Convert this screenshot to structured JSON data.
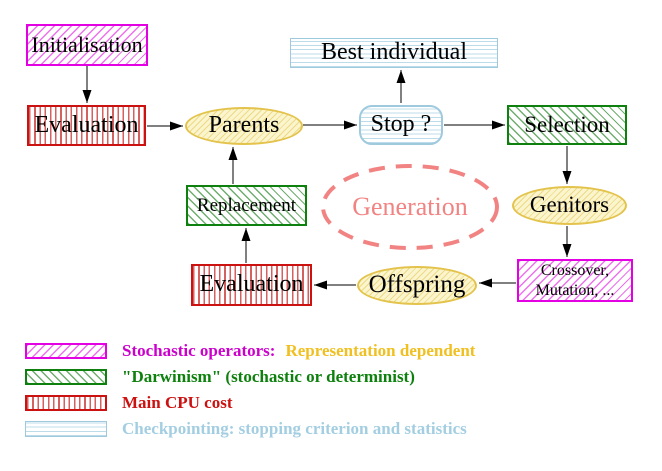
{
  "diagram": {
    "nodes": {
      "initialisation": {
        "label": "Initialisation",
        "style": "magenta-diagonal-hatch"
      },
      "evaluation_top": {
        "label": "Evaluation",
        "style": "red-vertical-stripes"
      },
      "parents": {
        "label": "Parents",
        "style": "yellow-ellipse"
      },
      "best_individual": {
        "label": "Best individual",
        "style": "cyan-horizontal-stripes"
      },
      "stop": {
        "label": "Stop ?",
        "style": "cyan-horizontal-stripes-rounded"
      },
      "selection": {
        "label": "Selection",
        "style": "green-diagonal-hatch"
      },
      "genitors": {
        "label": "Genitors",
        "style": "yellow-ellipse"
      },
      "crossover_mutation": {
        "line1": "Crossover,",
        "line2": "Mutation, ...",
        "style": "magenta-diagonal-hatch"
      },
      "offspring": {
        "label": "Offspring",
        "style": "yellow-ellipse"
      },
      "evaluation_bottom": {
        "label": "Evaluation",
        "style": "red-vertical-stripes"
      },
      "replacement": {
        "label": "Replacement",
        "style": "green-diagonal-hatch"
      },
      "generation": {
        "label": "Generation",
        "style": "coral-dashed-ellipse"
      }
    },
    "edges": [
      {
        "from": "initialisation",
        "to": "evaluation_top"
      },
      {
        "from": "evaluation_top",
        "to": "parents"
      },
      {
        "from": "parents",
        "to": "stop"
      },
      {
        "from": "stop",
        "to": "best_individual"
      },
      {
        "from": "stop",
        "to": "selection"
      },
      {
        "from": "selection",
        "to": "genitors"
      },
      {
        "from": "genitors",
        "to": "crossover_mutation"
      },
      {
        "from": "crossover_mutation",
        "to": "offspring"
      },
      {
        "from": "offspring",
        "to": "evaluation_bottom"
      },
      {
        "from": "evaluation_bottom",
        "to": "replacement"
      },
      {
        "from": "replacement",
        "to": "parents"
      }
    ],
    "colors": {
      "magenta": "#e300e3",
      "green": "#0d800d",
      "red": "#cc1111",
      "cyan": "#9fcade",
      "gold": "#e3c34c",
      "coral": "#f28383",
      "legend_yellow_text": "#f0c020"
    }
  },
  "legend": {
    "items": [
      {
        "pattern": "magenta-diagonal-hatch",
        "label": "Stochastic operators:",
        "label2": "Representation dependent"
      },
      {
        "pattern": "green-diagonal-hatch",
        "label": "\"Darwinism\" (stochastic or determinist)"
      },
      {
        "pattern": "red-vertical-stripes",
        "label": "Main CPU cost"
      },
      {
        "pattern": "cyan-horizontal-stripes",
        "label": "Checkpointing: stopping criterion and statistics"
      }
    ]
  }
}
